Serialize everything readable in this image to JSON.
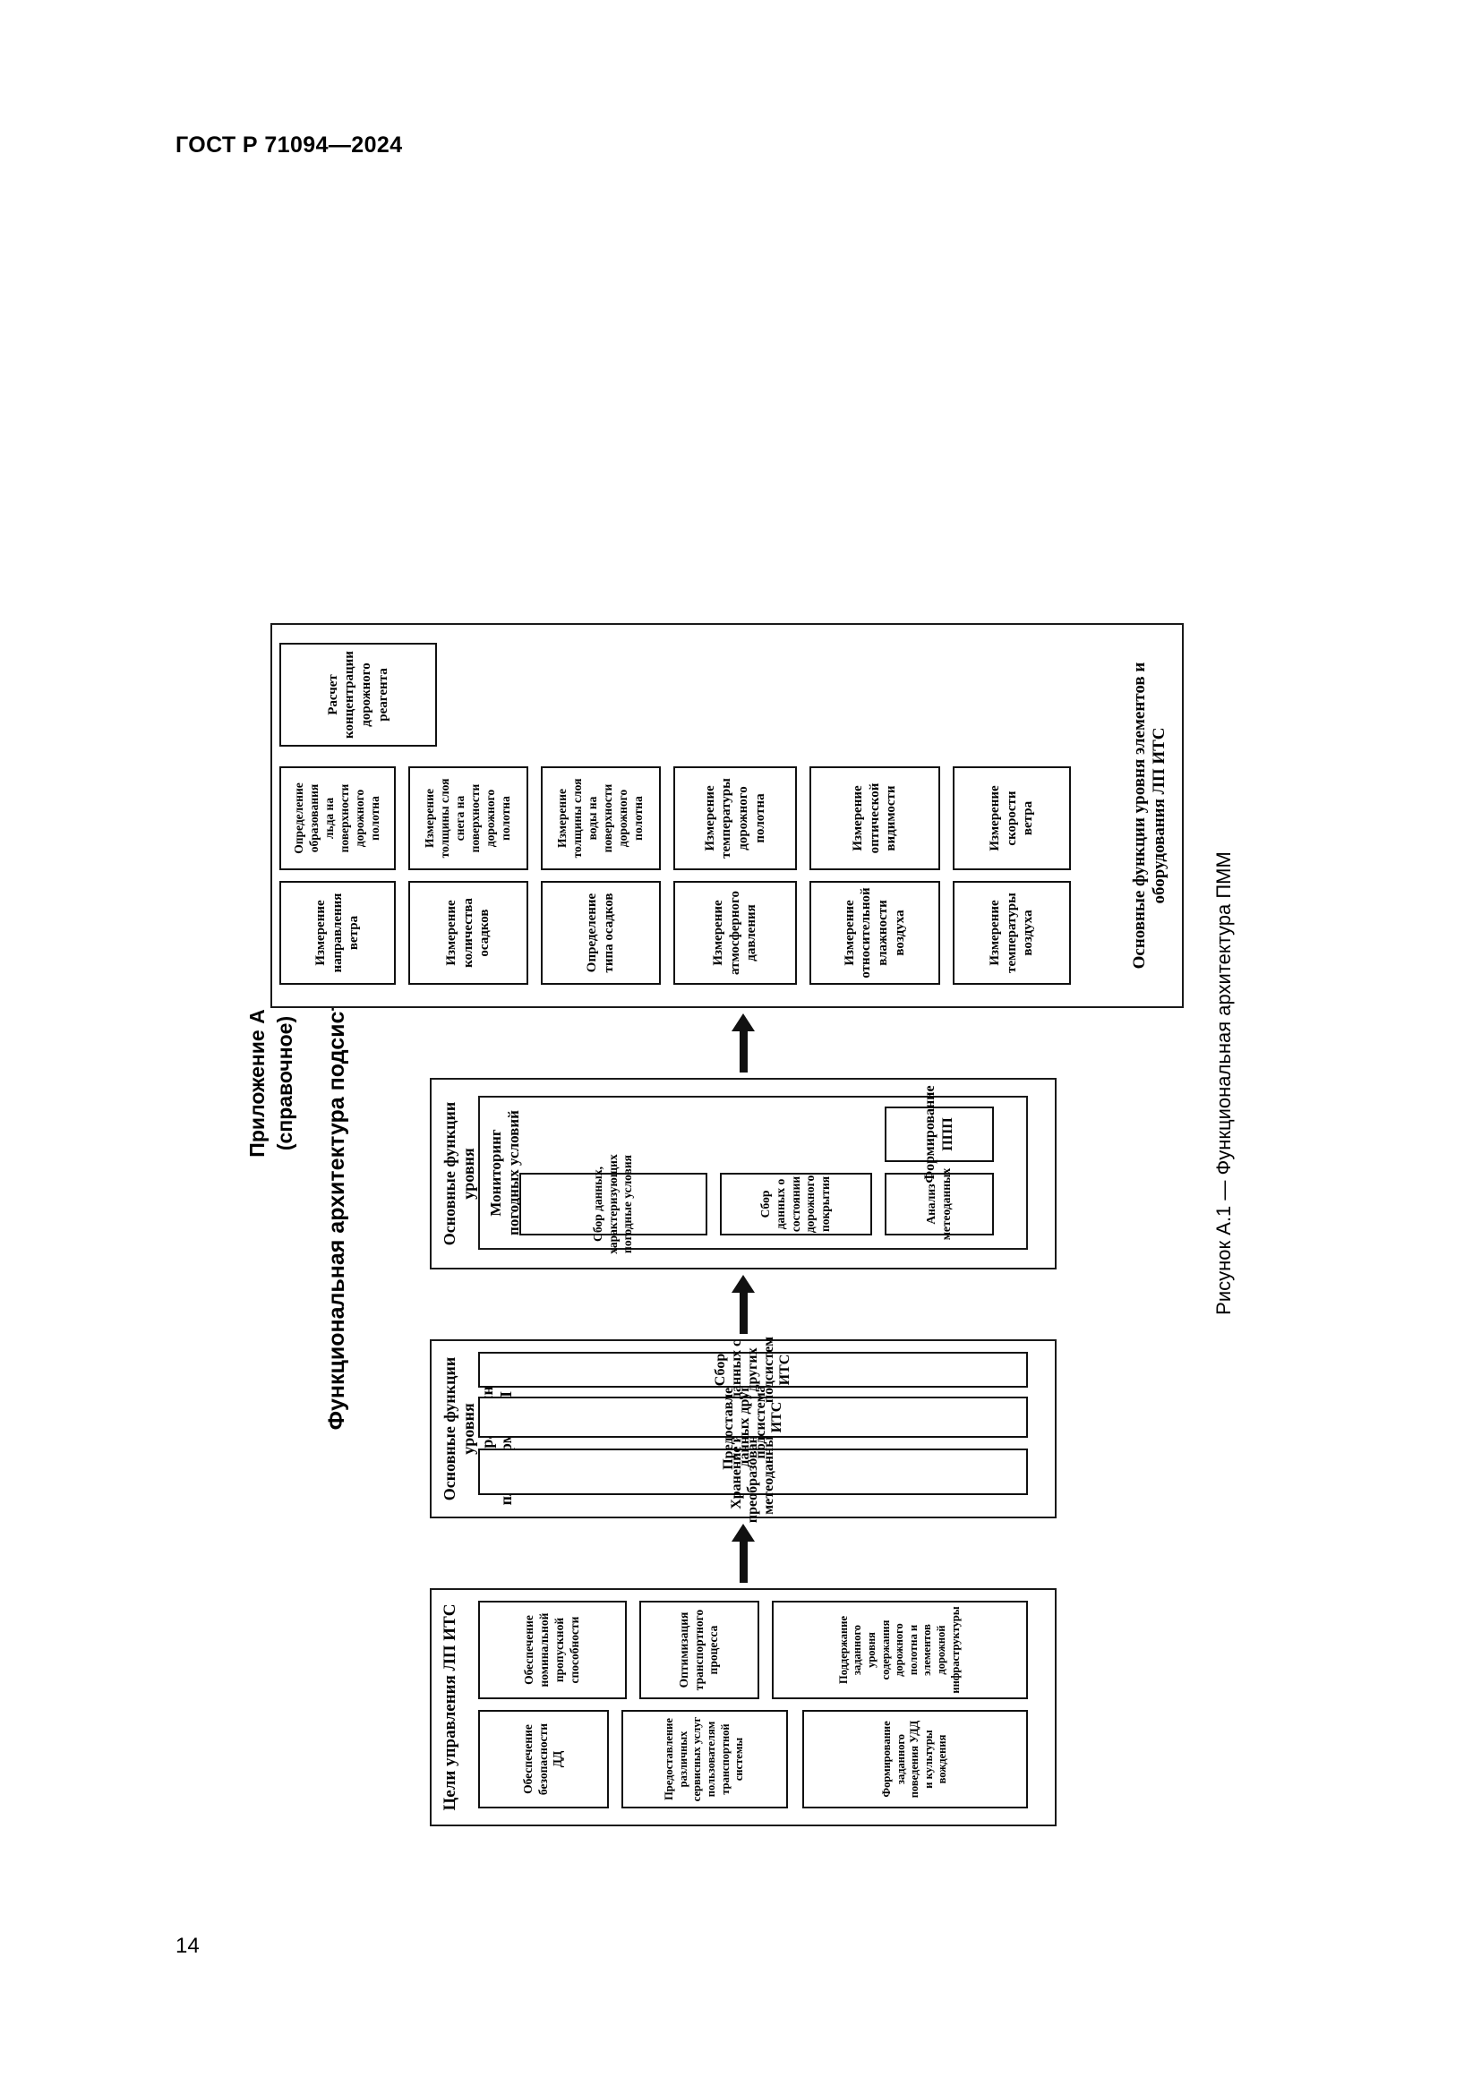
{
  "page": {
    "running_head": "ГОСТ Р 71094—2024",
    "folio": "14"
  },
  "appendix": {
    "label": "Приложение А",
    "kind": "(справочное)",
    "title": "Функциональная архитектура подсистемы метеомониторинга",
    "caption": "Рисунок А.1 — Функциональная архитектура ПММ"
  },
  "diagram": {
    "groups": [
      {
        "id": "goals",
        "title": "Цели управления ЛП ИТС",
        "boxes": [
          "Обеспечение безопасности ДД",
          "Предоставление различных сервисных услуг пользователям транспортной системы",
          "Обеспечение номинальной пропускной способности",
          "Оптимизация транспортного процесса",
          "Формирование заданного поведения УДД и культуры вождения",
          "Поддержание заданного уровня содержания дорожного полотна и элементов дорожной инфраструктуры"
        ]
      },
      {
        "id": "platform",
        "title": "Основные функции уровня интеграционной платформы ЛП ИТС",
        "bars": [
          "Хранение и преобразование метеоданных",
          "Предоставление данных другим подсистемам ИТС",
          "Сбор данных с других подсистем ИТС"
        ]
      },
      {
        "id": "instrumental",
        "title": "Основные функции уровня инструментальных подсистем ЛП ИТС",
        "subgroup_title": "Мониторинг погодных условий",
        "boxes": [
          "Сбор данных, характеризующих погодные условия",
          "Сбор данных о состоянии дорожного покрытия",
          "Анализ метеоданных",
          "Формирование ППП"
        ]
      },
      {
        "id": "equipment",
        "title": "Основные функции уровня элементов и оборудования ЛП ИТС",
        "boxes": [
          "Измерение температуры воздуха",
          "Измерение скорости ветра",
          "Измерение относительной влажности воздуха",
          "Измерение оптической видимости",
          "Измерение атмосферного давления",
          "Измерение температуры дорожного полотна",
          "Определение типа осадков",
          "Измерение толщины слоя воды на поверхности дорожного полотна",
          "Измерение количества осадков",
          "Измерение толщины слоя снега на поверхности дорожного полотна",
          "Измерение направления ветра",
          "Определение образования льда на поверхности дорожного полотна",
          "Расчет концентрации дорожного реагента"
        ]
      }
    ]
  }
}
